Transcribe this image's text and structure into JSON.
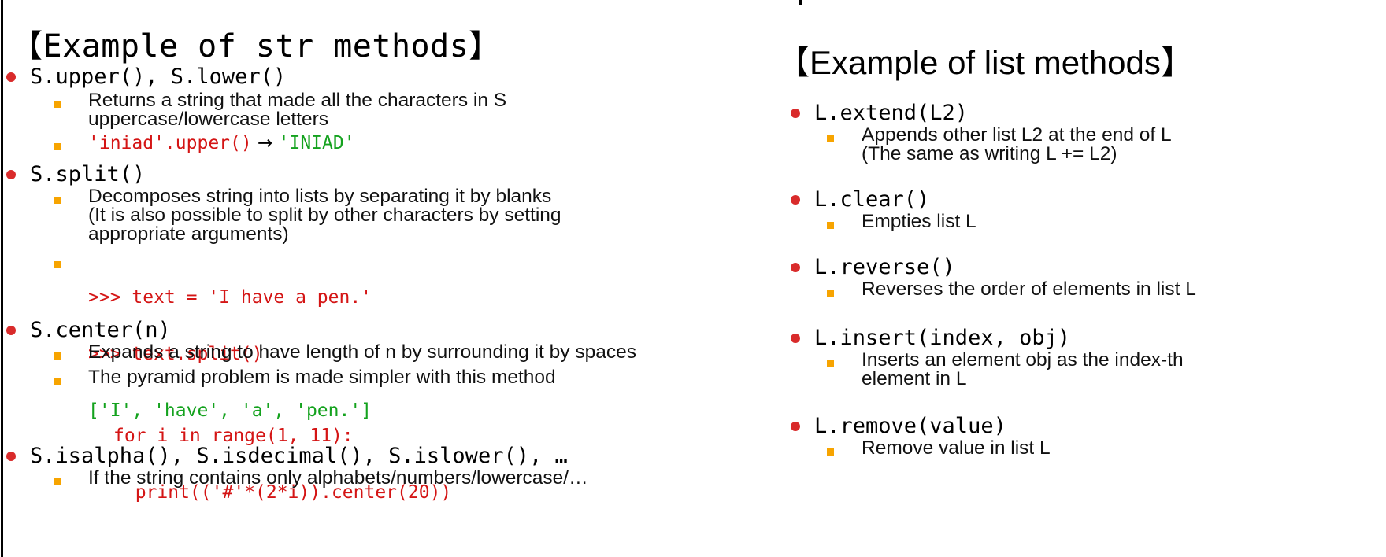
{
  "left": {
    "heading": "【Example of str methods】",
    "items": [
      {
        "method": "S.upper(), S.lower()",
        "subs": [
          {
            "text_lines": [
              "Returns a string that made all the characters in S",
              "uppercase/lowercase letters"
            ]
          },
          {
            "code_red": "'iniad'.upper()",
            "arrow": " → ",
            "code_green": "'INIAD'"
          }
        ]
      },
      {
        "method": "S.split()",
        "subs": [
          {
            "text_lines": [
              "Decomposes string into lists by separating it by blanks",
              "(It is also possible to split by other characters by setting",
              "appropriate arguments)"
            ]
          },
          {
            "code_red_lines": [
              ">>> text = 'I have a pen.'",
              ">>> text.split()"
            ],
            "code_green_lines": [
              "['I', 'have', 'a', 'pen.']"
            ]
          }
        ]
      },
      {
        "method": "S.center(n)",
        "subs": [
          {
            "text_lines": [
              "Expands a string to have length of n by surrounding it by spaces"
            ]
          },
          {
            "text_lines": [
              "The pyramid problem is made simpler with this method"
            ],
            "code_red_lines": [
              "for i in range(1, 11):",
              "  print(('#'*(2*i)).center(20))"
            ]
          }
        ]
      },
      {
        "method": "S.isalpha(), S.isdecimal(), S.islower(), …",
        "subs": [
          {
            "text_lines": [
              "If the string contains only alphabets/numbers/lowercase/…"
            ]
          }
        ]
      }
    ]
  },
  "right": {
    "heading": "【Example of list methods】",
    "items": [
      {
        "method": "L.extend(L2)",
        "subs": [
          {
            "text_lines": [
              "Appends other list L2 at the end of L",
              "(The same as writing L += L2)"
            ]
          }
        ]
      },
      {
        "method": "L.clear()",
        "subs": [
          {
            "text_lines": [
              "Empties list L"
            ]
          }
        ]
      },
      {
        "method": "L.reverse()",
        "subs": [
          {
            "text_lines": [
              "Reverses the order of elements in list L"
            ]
          }
        ]
      },
      {
        "method": "L.insert(index, obj)",
        "subs": [
          {
            "text_lines": [
              "Inserts an element obj as the index-th",
              "element in L"
            ]
          }
        ]
      },
      {
        "method": "L.remove(value)",
        "subs": [
          {
            "text_lines": [
              "Remove value in list L"
            ]
          }
        ]
      }
    ]
  },
  "colors": {
    "bullet_round": "#d92b2b",
    "bullet_square": "#f7a400",
    "code_red": "#d41515",
    "code_green": "#14a21e"
  }
}
